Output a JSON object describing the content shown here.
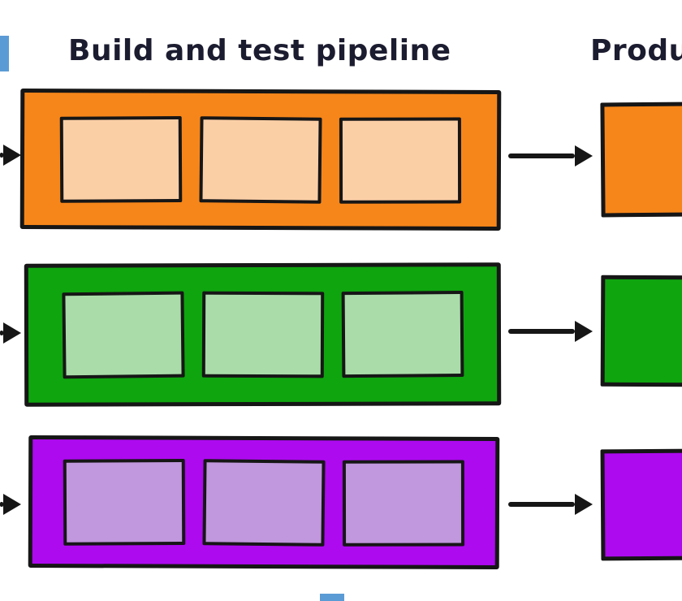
{
  "titles": {
    "build_test": "Build and test pipeline",
    "production_partial": "Produ"
  },
  "colors": {
    "ink": "#161616",
    "title_text": "#1c1c30",
    "clipped_blue": "#5b9bd5"
  },
  "pipelines": [
    {
      "id": "orange-pipeline",
      "fill": "#f6861a",
      "stage_fill": "#fbcfa6",
      "stage_count": 3,
      "prod_fill": "#f6861a"
    },
    {
      "id": "green-pipeline",
      "fill": "#0fa50f",
      "stage_fill": "#a9dca9",
      "stage_count": 3,
      "prod_fill": "#0fa50f"
    },
    {
      "id": "purple-pipeline",
      "fill": "#ad0af0",
      "stage_fill": "#c197dd",
      "stage_count": 3,
      "prod_fill": "#ad0af0"
    }
  ]
}
